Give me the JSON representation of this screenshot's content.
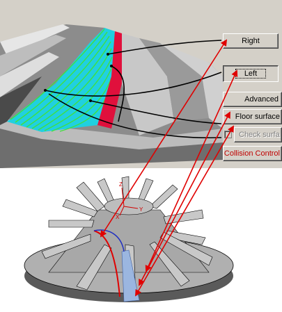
{
  "buttons": {
    "right": "Right",
    "left": "Left",
    "advanced": "Advanced",
    "floor_surface": "Floor surface",
    "check_surfaces": "Check surfa",
    "collision_control": "Collision Control"
  },
  "axis_labels": {
    "z": "Z",
    "y": "Y",
    "x": "X"
  },
  "colors": {
    "panel_bg": "#d4d0c8",
    "arrow_red": "#e00000",
    "toolpath_green": "#40e040",
    "toolpath_cyan": "#20d0e0",
    "blade_highlight": "#e0103c",
    "floor_blue": "#9bb6e0",
    "metal_grey": "#a8a8a8"
  }
}
